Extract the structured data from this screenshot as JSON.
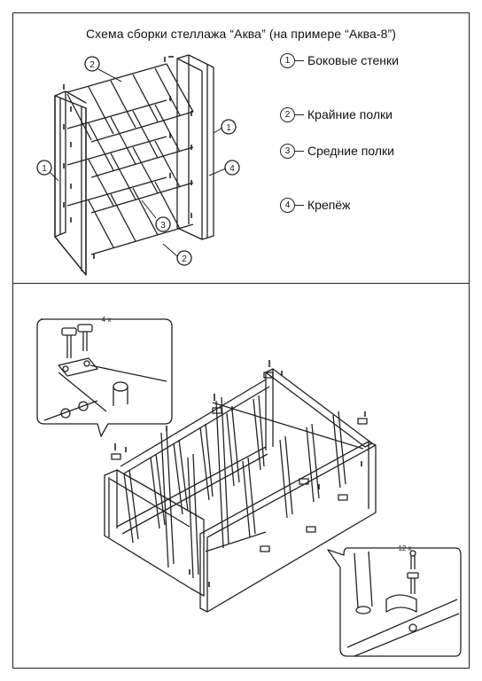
{
  "title": "Схема сборки стеллажа “Аква” (на примере “Аква-8”)",
  "legend": [
    {
      "num": "1",
      "label": "Боковые стенки"
    },
    {
      "num": "2",
      "label": "Крайние полки"
    },
    {
      "num": "3",
      "label": "Средние полки"
    },
    {
      "num": "4",
      "label": "Крепёж"
    }
  ],
  "callouts": {
    "part_1": "1",
    "part_2": "2",
    "part_3": "3",
    "part_4": "4",
    "qty_top": "4 x",
    "qty_bottom": "12 x"
  }
}
